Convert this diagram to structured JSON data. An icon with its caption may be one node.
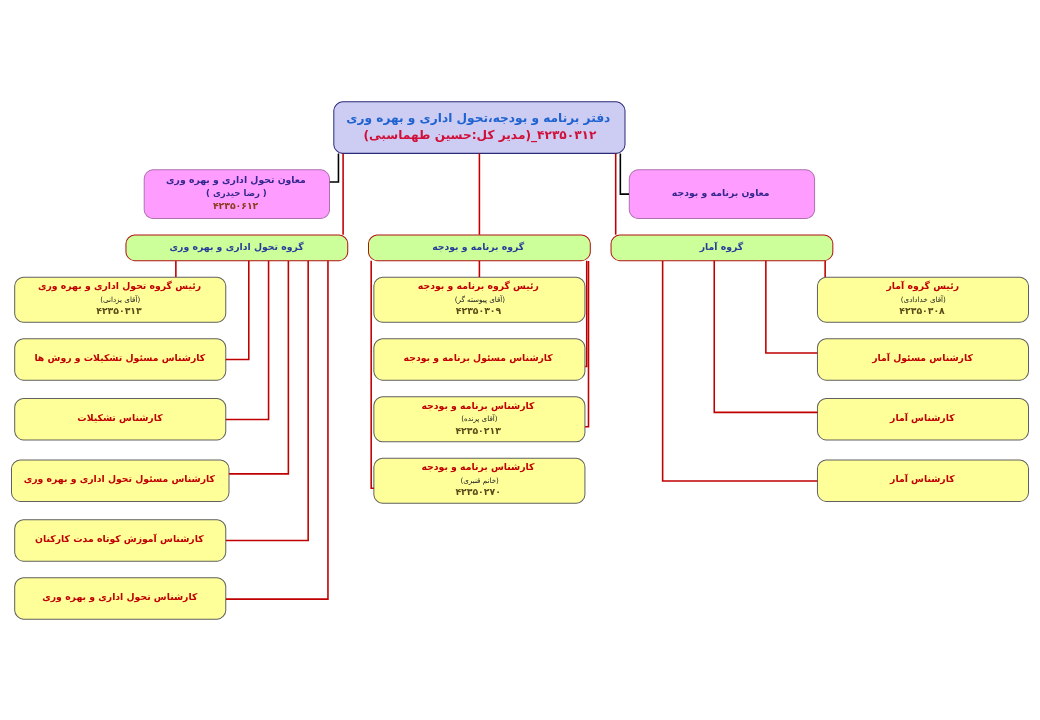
{
  "diagram": {
    "nodes": [
      {
        "text": [
          "دفتر برنامه و بودجه،تحول اداری و بهره وری",
          "(مدیر کل:حسین طهماسبی)_۴۲۳۵۰۳۱۲"
        ]
      },
      {
        "text": [
          "معاون برنامه و بودجه"
        ]
      },
      {
        "text": [
          "معاون تحول اداری و بهره وری",
          "( رضا حیدری )",
          "۴۲۳۵۰۶۱۲"
        ]
      },
      {
        "text": [
          "گروه آمار"
        ]
      },
      {
        "text": [
          "گروه برنامه و بودجه"
        ]
      },
      {
        "text": [
          "گروه تحول اداری و بهره وری"
        ]
      },
      {
        "text": [
          "رئیس گروه آمار",
          "(آقای خدادادی)",
          "۴۲۳۵۰۳۰۸"
        ]
      },
      {
        "text": [
          "کارشناس مسئول آمار"
        ]
      },
      {
        "text": [
          "کارشناس آمار"
        ]
      },
      {
        "text": [
          "کارشناس آمار"
        ]
      },
      {
        "text": [
          "رئیس گروه برنامه و بودجه",
          "(آقای پیوسته گر)",
          "۴۲۳۵۰۳۰۹"
        ]
      },
      {
        "text": [
          "کارشناس مسئول برنامه و بودجه"
        ]
      },
      {
        "text": [
          "کارشناس برنامه و بودجه",
          "(آقای پرنده)",
          "۴۲۳۵۰۲۱۳"
        ]
      },
      {
        "text": [
          "کارشناس برنامه و بودجه",
          "(خانم قنبری)",
          "۴۲۳۵۰۲۷۰"
        ]
      },
      {
        "text": [
          "رئیس گروه تحول اداری و بهره وری",
          "(آقای یزدانی)",
          "۴۲۳۵۰۳۱۳"
        ]
      },
      {
        "text": [
          "کارشناس مسئول تشکیلات و روش ها"
        ]
      },
      {
        "text": [
          "کارشناس تشکیلات"
        ]
      },
      {
        "text": [
          "کارشناس مسئول تحول اداری و بهره وری"
        ]
      },
      {
        "text": [
          "کارشناس آموزش کوتاه مدت کارکنان"
        ]
      },
      {
        "text": [
          "کارشناس تحول اداری و بهره وری"
        ]
      }
    ],
    "edges": [
      {
        "from": 0,
        "to": 1,
        "arrow": "none",
        "color": "#000000"
      },
      {
        "from": 0,
        "to": 2,
        "arrow": "none",
        "color": "#000000"
      },
      {
        "from": 0,
        "to": 3,
        "arrow": "none"
      },
      {
        "from": 0,
        "to": 4,
        "arrow": "none"
      },
      {
        "from": 0,
        "to": 5,
        "arrow": "none"
      },
      {
        "from": 3,
        "to": 6,
        "arrow": "none"
      },
      {
        "from": 3,
        "to": 7,
        "arrow": "none"
      },
      {
        "from": 3,
        "to": 8,
        "arrow": "none"
      },
      {
        "from": 3,
        "to": 9,
        "arrow": "none"
      },
      {
        "from": 4,
        "to": 10,
        "arrow": "none"
      },
      {
        "from": 4,
        "to": 11,
        "arrow": "none"
      },
      {
        "from": 4,
        "to": 12,
        "arrow": "none"
      },
      {
        "from": 4,
        "to": 13,
        "arrow": "none"
      },
      {
        "from": 5,
        "to": 14,
        "arrow": "none"
      },
      {
        "from": 5,
        "to": 15,
        "arrow": "none"
      },
      {
        "from": 5,
        "to": 16,
        "arrow": "none"
      },
      {
        "from": 5,
        "to": 17,
        "arrow": "none"
      },
      {
        "from": 5,
        "to": 18,
        "arrow": "none"
      },
      {
        "from": 5,
        "to": 19,
        "arrow": "none"
      }
    ]
  }
}
